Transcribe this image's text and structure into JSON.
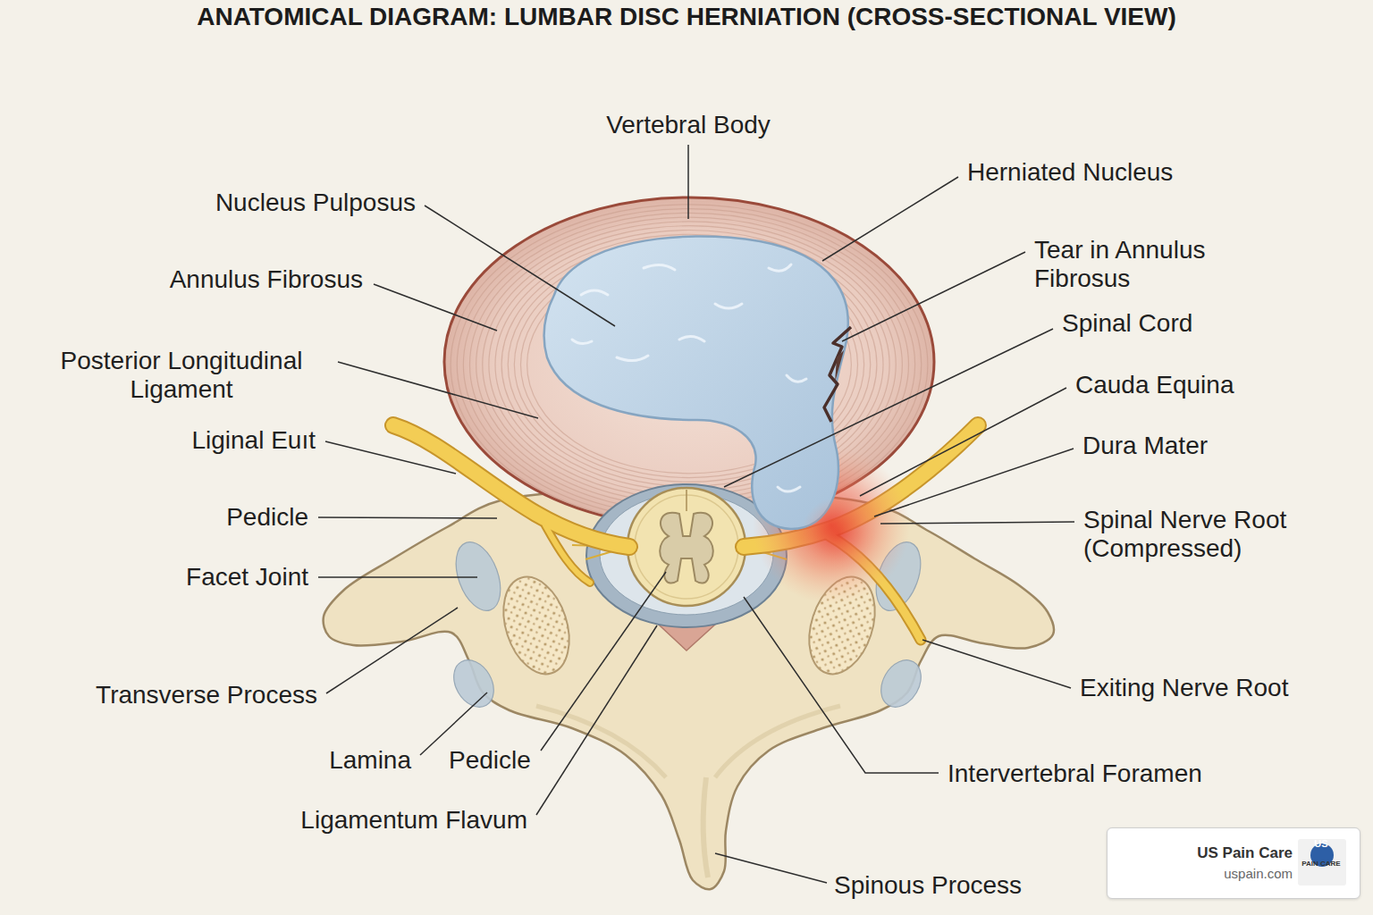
{
  "diagram": {
    "title": "ANATOMICAL DIAGRAM: LUMBAR DISC HERNIATION (CROSS-SECTIONAL VIEW)",
    "nodes": [
      {
        "text": [
          "US Pain Care",
          "uspain.com"
        ]
      }
    ],
    "labels": [
      "Vertebral Body",
      "Nucleus Pulposus",
      "Annulus Fibrosus",
      "Posterior Longitudinal Ligament",
      "Liginal Euıt",
      "Pedicle",
      "Facet Joint",
      "Transverse Process",
      "Lamina",
      "Pedicle",
      "Ligamentum Flavum",
      "Herniated Nucleus",
      "Tear in Annulus Fibrosus",
      "Spinal Cord",
      "Cauda Equina",
      "Dura Mater",
      "Spinal Nerve Root (Compressed)",
      "Exiting Nerve Root",
      "Intervertebral Foramen",
      "Spinous Process",
      "US",
      "PAIN CARE"
    ]
  }
}
